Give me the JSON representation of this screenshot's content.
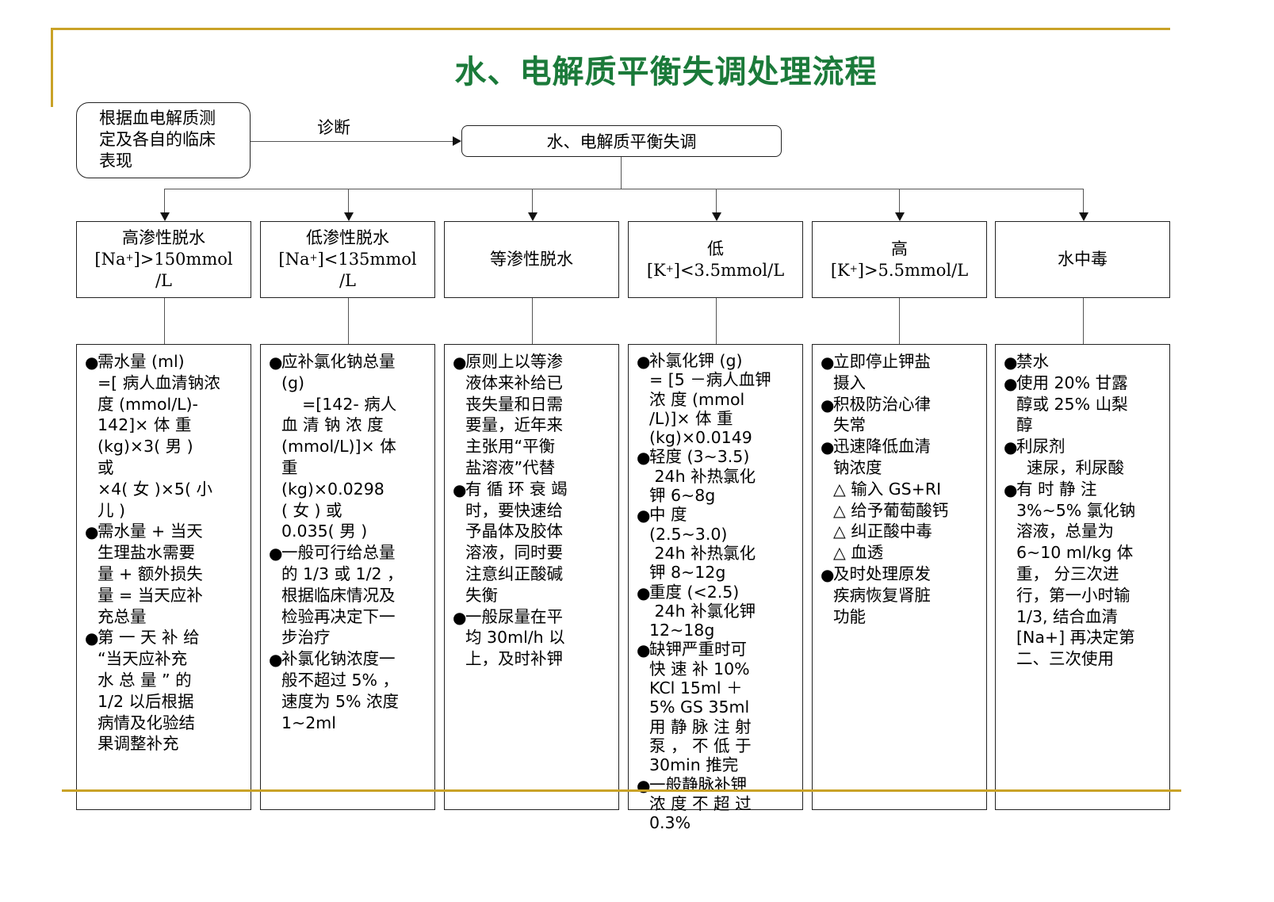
{
  "title": "水、电解质平衡失调处理流程",
  "source": {
    "lines": [
      "根据血电解质测",
      "定及各自的临床",
      "表现"
    ]
  },
  "diagnosis_label": "诊断",
  "main": "水、电解质平衡失调",
  "colors": {
    "title": "#1b7a3a",
    "rule": "#c9a227",
    "line": "#555555"
  },
  "categories": [
    {
      "name": "高渗性脱水",
      "l1": "[Na",
      "sup": "+",
      "l2": "]>150mmol",
      "l3": "/L"
    },
    {
      "name": "低渗性脱水",
      "l1": "[Na",
      "sup": "+",
      "l2": "]<135mmol",
      "l3": "/L"
    },
    {
      "name": "等渗性脱水"
    },
    {
      "name": "低",
      "l1": "[K",
      "sup": "+",
      "l2": "]<3.5mmol/L"
    },
    {
      "name": "高",
      "l1": "[K",
      "sup": "+",
      "l2": "]>5.5mmol/L"
    },
    {
      "name": "水中毒"
    }
  ],
  "details": [
    [
      {
        "bullet": true,
        "text": "需水量 (ml)"
      },
      {
        "bullet": false,
        "text": "=[ 病人血清钠浓"
      },
      {
        "bullet": false,
        "text": "度 (mmol/L)-"
      },
      {
        "bullet": false,
        "text": "142]× 体 重"
      },
      {
        "bullet": false,
        "text": "(kg)×3( 男 )"
      },
      {
        "bullet": false,
        "text": "或"
      },
      {
        "bullet": false,
        "text": "×4( 女 )×5( 小"
      },
      {
        "bullet": false,
        "text": "儿 )"
      },
      {
        "bullet": true,
        "text": "需水量 + 当天"
      },
      {
        "bullet": false,
        "text": "生理盐水需要"
      },
      {
        "bullet": false,
        "text": "量 + 额外损失"
      },
      {
        "bullet": false,
        "text": "量 = 当天应补"
      },
      {
        "bullet": false,
        "text": "充总量"
      },
      {
        "bullet": true,
        "text": "第 一 天 补 给"
      },
      {
        "bullet": false,
        "text": "“当天应补充"
      },
      {
        "bullet": false,
        "text": "水 总 量 ” 的"
      },
      {
        "bullet": false,
        "text": "1/2 以后根据"
      },
      {
        "bullet": false,
        "text": "病情及化验结"
      },
      {
        "bullet": false,
        "text": "果调整补充"
      }
    ],
    [
      {
        "bullet": true,
        "text": "应补氯化钠总量"
      },
      {
        "bullet": false,
        "text": "(g)"
      },
      {
        "bullet": false,
        "text": "    =[142- 病人"
      },
      {
        "bullet": false,
        "text": "血 清 钠 浓 度"
      },
      {
        "bullet": false,
        "text": "(mmol/L)]× 体"
      },
      {
        "bullet": false,
        "text": "重"
      },
      {
        "bullet": false,
        "text": "(kg)×0.0298"
      },
      {
        "bullet": false,
        "text": "( 女 ) 或"
      },
      {
        "bullet": false,
        "text": "0.035( 男 )"
      },
      {
        "bullet": true,
        "text": "一般可行给总量"
      },
      {
        "bullet": false,
        "text": "的 1/3 或 1/2 ，"
      },
      {
        "bullet": false,
        "text": "根据临床情况及"
      },
      {
        "bullet": false,
        "text": "检验再决定下一"
      },
      {
        "bullet": false,
        "text": "步治疗"
      },
      {
        "bullet": true,
        "text": "补氯化钠浓度一"
      },
      {
        "bullet": false,
        "text": "般不超过 5% ，"
      },
      {
        "bullet": false,
        "text": "速度为 5% 浓度"
      },
      {
        "bullet": false,
        "text": "1~2ml"
      }
    ],
    [
      {
        "bullet": true,
        "text": "原则上以等渗"
      },
      {
        "bullet": false,
        "text": "液体来补给已"
      },
      {
        "bullet": false,
        "text": "丧失量和日需"
      },
      {
        "bullet": false,
        "text": "要量，近年来"
      },
      {
        "bullet": false,
        "text": "主张用“平衡"
      },
      {
        "bullet": false,
        "text": "盐溶液”代替"
      },
      {
        "bullet": true,
        "text": "有 循 环 衰 竭"
      },
      {
        "bullet": false,
        "text": "时，要快速给"
      },
      {
        "bullet": false,
        "text": "予晶体及胶体"
      },
      {
        "bullet": false,
        "text": "溶液，同时要"
      },
      {
        "bullet": false,
        "text": "注意纠正酸碱"
      },
      {
        "bullet": false,
        "text": "失衡"
      },
      {
        "bullet": true,
        "text": "一般尿量在平"
      },
      {
        "bullet": false,
        "text": "均 30ml/h 以"
      },
      {
        "bullet": false,
        "text": "上，及时补钾"
      }
    ],
    [
      {
        "bullet": true,
        "text": "补氯化钾 (g)"
      },
      {
        "bullet": false,
        "text": "= [5 －病人血钾"
      },
      {
        "bullet": false,
        "text": "浓 度 (mmol"
      },
      {
        "bullet": false,
        "text": "/L)]× 体 重"
      },
      {
        "bullet": false,
        "text": "(kg)×0.0149"
      },
      {
        "bullet": true,
        "text": "轻度 (3~3.5)"
      },
      {
        "bullet": false,
        "text": " 24h 补热氯化"
      },
      {
        "bullet": false,
        "text": "钾 6~8g"
      },
      {
        "bullet": true,
        "text": "中 度"
      },
      {
        "bullet": false,
        "text": "(2.5~3.0)"
      },
      {
        "bullet": false,
        "text": " 24h 补热氯化"
      },
      {
        "bullet": false,
        "text": "钾 8~12g"
      },
      {
        "bullet": true,
        "text": "重度 (<2.5)"
      },
      {
        "bullet": false,
        "text": " 24h 补氯化钾"
      },
      {
        "bullet": false,
        "text": "12~18g"
      },
      {
        "bullet": true,
        "text": "缺钾严重时可"
      },
      {
        "bullet": false,
        "text": "快 速 补 10%"
      },
      {
        "bullet": false,
        "text": "KCl 15ml ＋"
      },
      {
        "bullet": false,
        "text": "5% GS 35ml"
      },
      {
        "bullet": false,
        "text": "用 静 脉 注 射"
      },
      {
        "bullet": false,
        "text": "泵 ， 不 低 于"
      },
      {
        "bullet": false,
        "text": "30min 推完"
      },
      {
        "bullet": true,
        "text": "一般静脉补钾"
      },
      {
        "bullet": false,
        "text": "浓 度 不 超 过"
      },
      {
        "bullet": false,
        "text": "0.3%"
      }
    ],
    [
      {
        "bullet": true,
        "text": "立即停止钾盐"
      },
      {
        "bullet": false,
        "text": "摄入"
      },
      {
        "bullet": true,
        "text": "积极防治心律"
      },
      {
        "bullet": false,
        "text": "失常"
      },
      {
        "bullet": true,
        "text": "迅速降低血清"
      },
      {
        "bullet": false,
        "text": "钠浓度"
      },
      {
        "bullet": false,
        "text": "△ 输入 GS+RI"
      },
      {
        "bullet": false,
        "text": "△ 给予葡萄酸钙"
      },
      {
        "bullet": false,
        "text": "△ 纠正酸中毒"
      },
      {
        "bullet": false,
        "text": "△ 血透"
      },
      {
        "bullet": true,
        "text": "及时处理原发"
      },
      {
        "bullet": false,
        "text": "疾病恢复肾脏"
      },
      {
        "bullet": false,
        "text": "功能"
      }
    ],
    [
      {
        "bullet": true,
        "text": "禁水"
      },
      {
        "bullet": true,
        "text": "使用 20% 甘露"
      },
      {
        "bullet": false,
        "text": "醇或 25% 山梨"
      },
      {
        "bullet": false,
        "text": "醇"
      },
      {
        "bullet": true,
        "text": "利尿剂"
      },
      {
        "bullet": false,
        "text": "  速尿，利尿酸"
      },
      {
        "bullet": true,
        "text": "有 时 静 注"
      },
      {
        "bullet": false,
        "text": "3%~5% 氯化钠"
      },
      {
        "bullet": false,
        "text": "溶液，总量为"
      },
      {
        "bullet": false,
        "text": "6~10 ml/kg 体"
      },
      {
        "bullet": false,
        "text": "重， 分三次进"
      },
      {
        "bullet": false,
        "text": "行，第一小时输"
      },
      {
        "bullet": false,
        "text": "1/3, 结合血清"
      },
      {
        "bullet": false,
        "text": "[Na+] 再决定第"
      },
      {
        "bullet": false,
        "text": "二、三次使用"
      }
    ]
  ]
}
